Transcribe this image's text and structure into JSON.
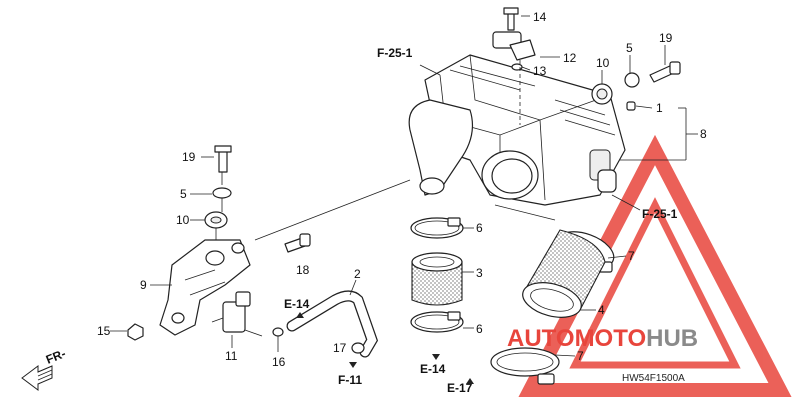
{
  "diagram": {
    "callouts": [
      "1",
      "2",
      "3",
      "4",
      "5",
      "6",
      "7",
      "8",
      "9",
      "10",
      "11",
      "12",
      "13",
      "14",
      "15",
      "16",
      "17",
      "18",
      "19"
    ],
    "references": {
      "f25_1": "F-25-1",
      "e14": "E-14",
      "e17": "E-17",
      "f11": "F-11",
      "front": "FR-"
    },
    "diagram_code": "HW54F1500A"
  },
  "watermark": {
    "text_part1": "AUTO",
    "text_part2": "MOTO",
    "text_part3": "HUB",
    "color_primary": "#e8453c",
    "color_secondary": "#8a8a8a"
  }
}
